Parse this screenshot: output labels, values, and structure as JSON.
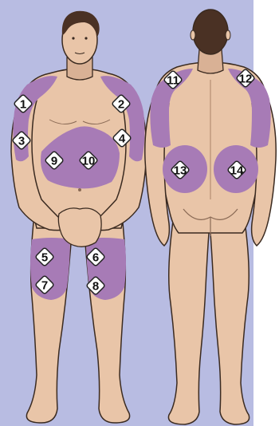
{
  "colors": {
    "background_panel": "#b8bce2",
    "skin": "#e9c5a8",
    "skin_shadow": "#d2a58a",
    "hair": "#4a3124",
    "injection_zone": "#a77bb6",
    "outline": "#3a2a20",
    "marker_fill": "#ffffff",
    "marker_text": "#111111"
  },
  "figures": {
    "front": {
      "label": "front-view"
    },
    "back": {
      "label": "back-view"
    }
  },
  "markers": [
    {
      "id": "m1",
      "label": "1"
    },
    {
      "id": "m2",
      "label": "2"
    },
    {
      "id": "m3",
      "label": "3"
    },
    {
      "id": "m4",
      "label": "4"
    },
    {
      "id": "m5",
      "label": "5"
    },
    {
      "id": "m6",
      "label": "6"
    },
    {
      "id": "m7",
      "label": "7"
    },
    {
      "id": "m8",
      "label": "8"
    },
    {
      "id": "m9",
      "label": "9"
    },
    {
      "id": "m10",
      "label": "10"
    },
    {
      "id": "m11",
      "label": "11"
    },
    {
      "id": "m12",
      "label": "12"
    },
    {
      "id": "m13",
      "label": "13"
    },
    {
      "id": "m14",
      "label": "14"
    }
  ]
}
